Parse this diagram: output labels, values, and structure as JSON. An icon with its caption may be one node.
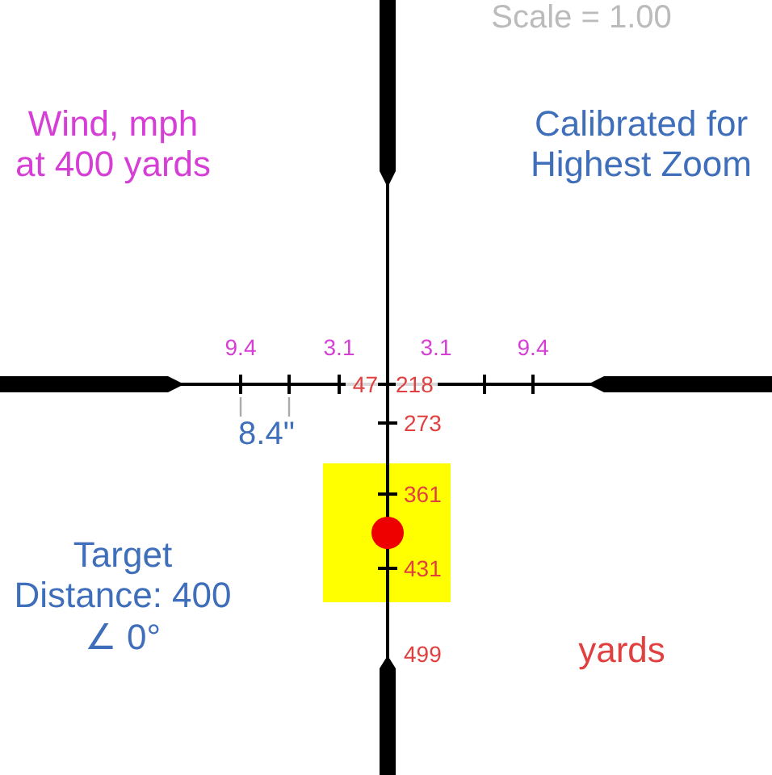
{
  "diagram": {
    "labels": [
      "Scale = 1.00",
      "Wind, mph at 400 yards",
      "Calibrated for Highest Zoom",
      "9.4",
      "3.1",
      "3.1",
      "9.4",
      "47",
      "218",
      "273",
      "8.4\"",
      "361",
      "431",
      "Target Distance: 400 ∠ 0°",
      "499",
      "yards"
    ]
  }
}
